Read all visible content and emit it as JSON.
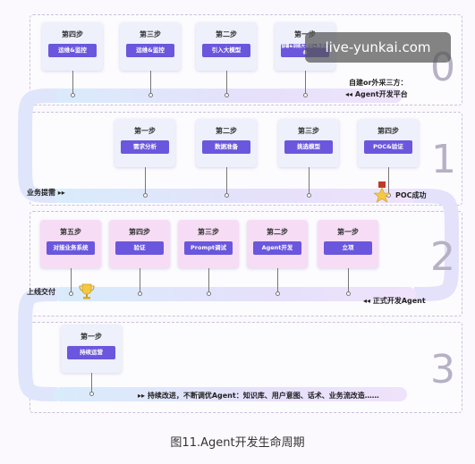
{
  "stage0": {
    "number": "0",
    "steps": [
      {
        "title": "第四步",
        "label": "运维&监控"
      },
      {
        "title": "第三步",
        "label": "运维&监控"
      },
      {
        "title": "第二步",
        "label": "引入大模型"
      },
      {
        "title": "第一步",
        "label": "部署&训练大模型&数据准备"
      }
    ],
    "note_line1": "自建or外采三方：",
    "note_line2": "Agent开发平台"
  },
  "stage1": {
    "number": "1",
    "steps": [
      {
        "title": "第一步",
        "label": "需求分析"
      },
      {
        "title": "第二步",
        "label": "数据准备"
      },
      {
        "title": "第三步",
        "label": "挑选模型"
      },
      {
        "title": "第四步",
        "label": "POC&验证"
      }
    ],
    "left_label": "业务提需",
    "right_label": "POC成功"
  },
  "stage2": {
    "number": "2",
    "steps": [
      {
        "title": "第五步",
        "label": "对接业务系统"
      },
      {
        "title": "第四步",
        "label": "验证"
      },
      {
        "title": "第三步",
        "label": "Prompt调试"
      },
      {
        "title": "第二步",
        "label": "Agent开发"
      },
      {
        "title": "第一步",
        "label": "立项"
      }
    ],
    "left_label": "上线交付",
    "right_label": "正式开发Agent"
  },
  "stage3": {
    "number": "3",
    "steps": [
      {
        "title": "第一步",
        "label": "持续运营"
      }
    ],
    "bottom_label": "持续改进，不断调优Agent：知识库、用户意图、话术、业务流改造……"
  },
  "caption": "图11.Agent开发生命周期",
  "watermark": "live-yunkai.com",
  "colors": {
    "step_button": "#6b57dd",
    "step_card": "#eef0fc",
    "step_card_pink": "#f6dcf5",
    "band": "#e2e6fb"
  }
}
